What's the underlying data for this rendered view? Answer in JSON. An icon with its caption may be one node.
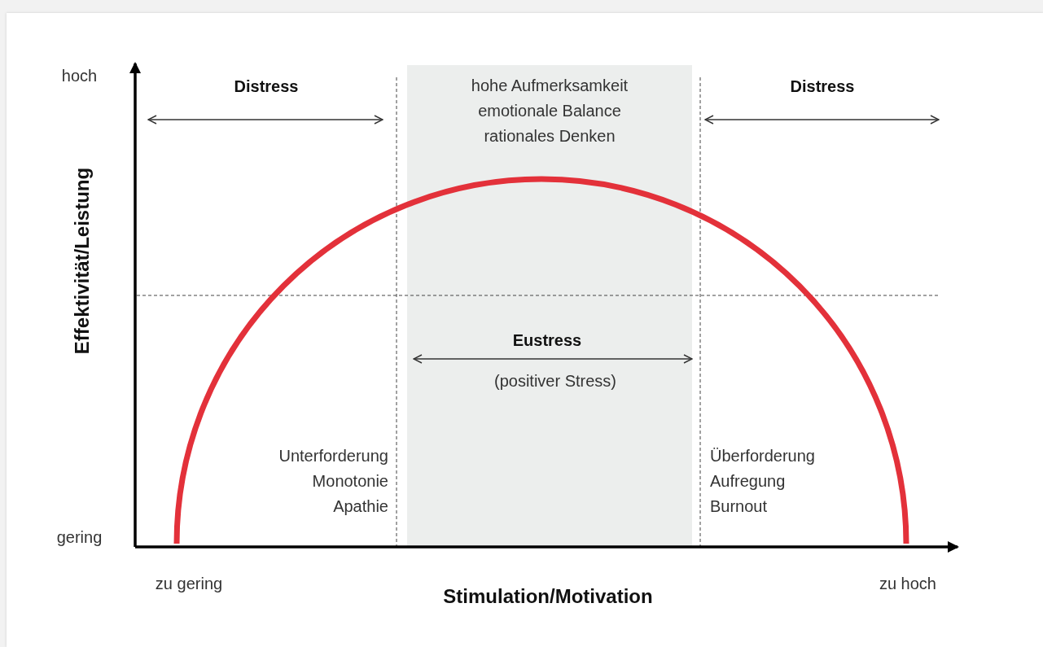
{
  "diagram": {
    "labels": [
      "hoch",
      "Distress",
      "hohe Aufmerksamkeit emotionale Balance rationales Denken",
      "Distress",
      "Effektivität/Leistung",
      "Eustress",
      "(positiver Stress)",
      "Unterforderung Monotonie Apathie",
      "Überforderung Aufregung Burnout",
      "gering",
      "zu gering",
      "zu hoch",
      "Stimulation/Motivation"
    ]
  }
}
